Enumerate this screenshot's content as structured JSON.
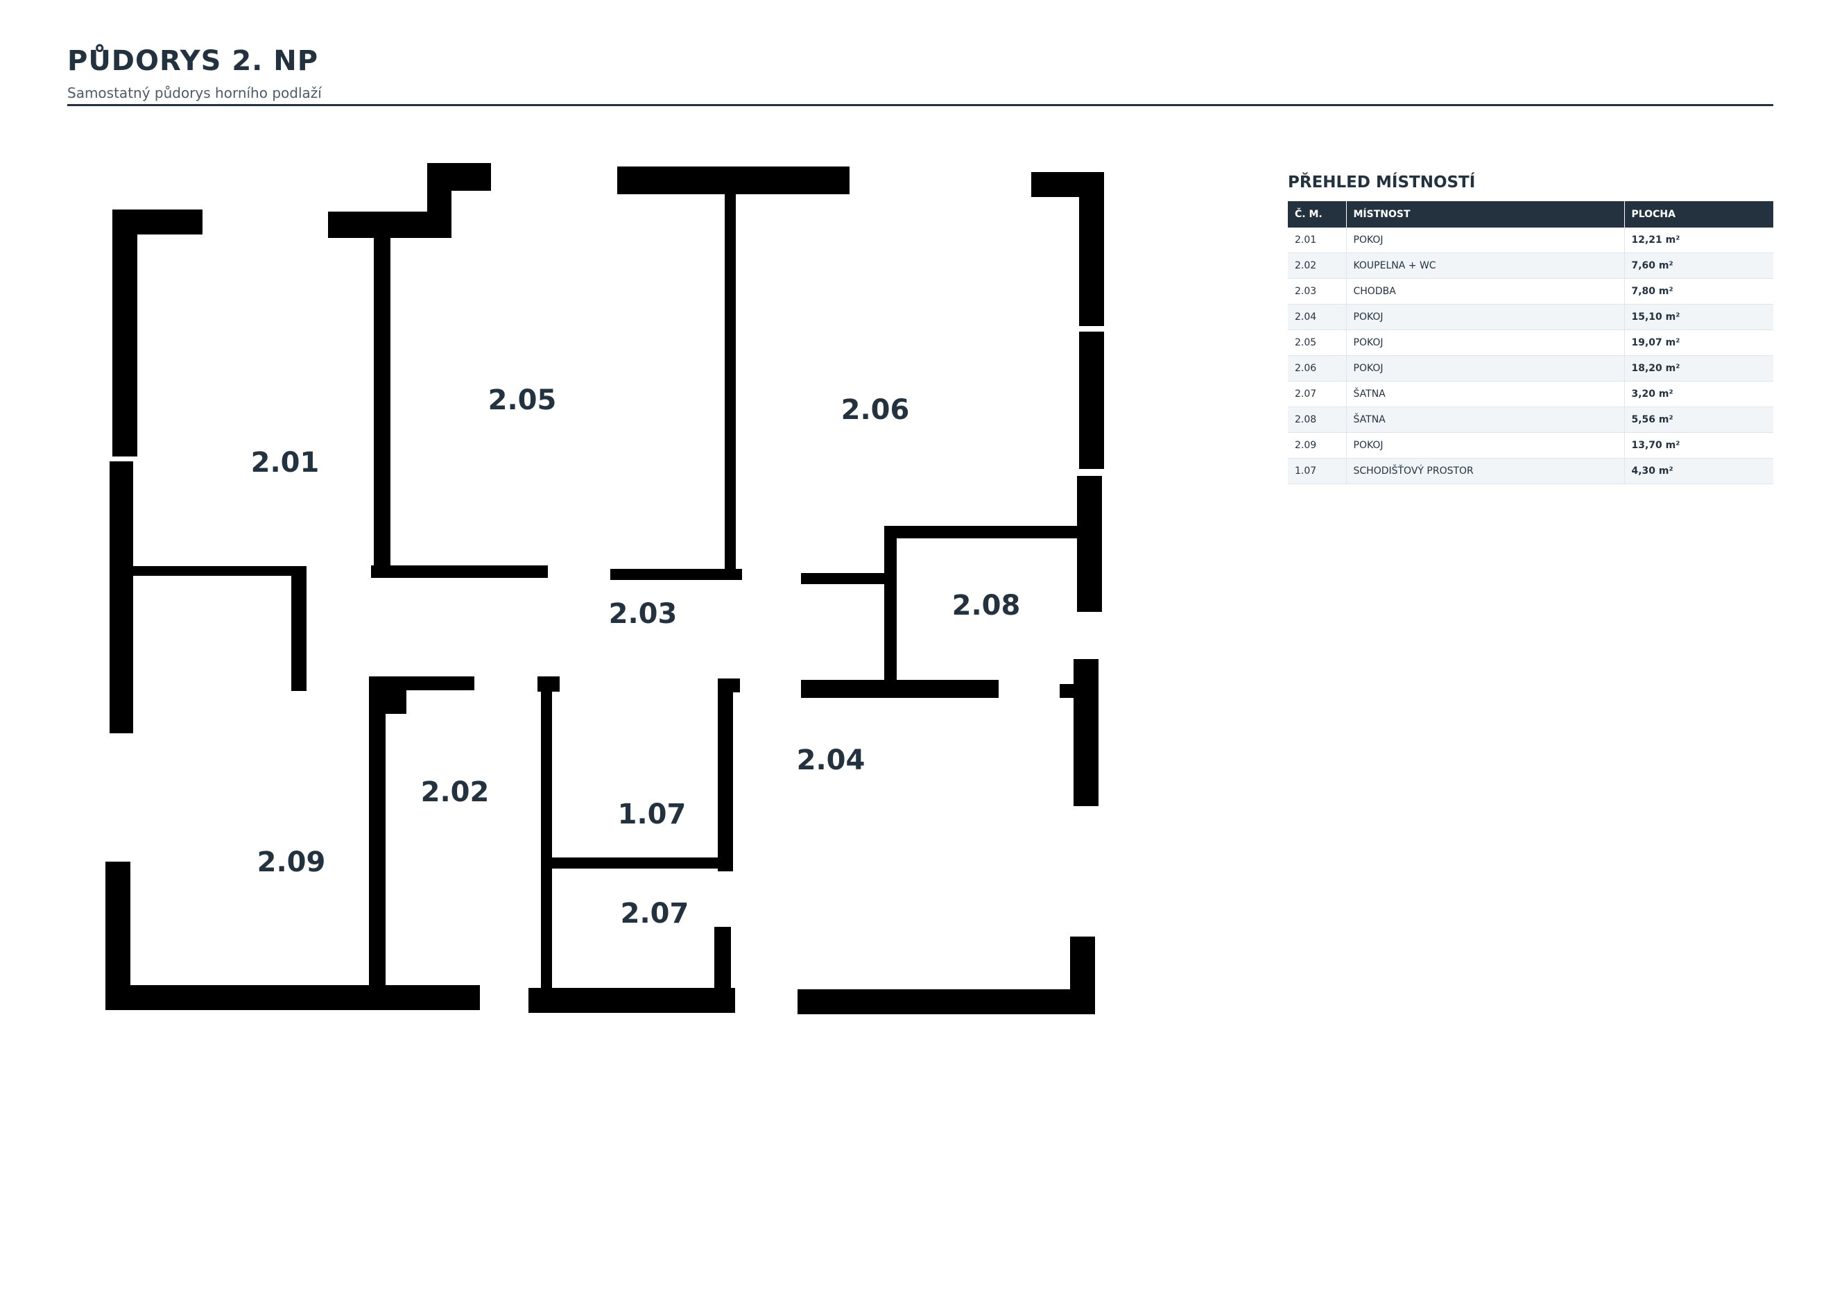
{
  "header": {
    "title": "PŮDORYS 2. NP",
    "subtitle": "Samostatný půdorys horního podlaží"
  },
  "plan": {
    "rooms": [
      "2.01",
      "2.05",
      "2.06",
      "2.03",
      "2.08",
      "2.02",
      "1.07",
      "2.04",
      "2.09",
      "2.07"
    ]
  },
  "table": {
    "title": "PŘEHLED MÍSTNOSTÍ",
    "headers": [
      "Č. M.",
      "MÍSTNOST",
      "PLOCHA"
    ],
    "rows": [
      [
        "2.01",
        "POKOJ",
        "12,21 m²"
      ],
      [
        "2.02",
        "KOUPELNA + WC",
        "7,60 m²"
      ],
      [
        "2.03",
        "CHODBA",
        "7,80 m²"
      ],
      [
        "2.04",
        "POKOJ",
        "15,10 m²"
      ],
      [
        "2.05",
        "POKOJ",
        "19,07 m²"
      ],
      [
        "2.06",
        "POKOJ",
        "18,20 m²"
      ],
      [
        "2.07",
        "ŠATNA",
        "3,20 m²"
      ],
      [
        "2.08",
        "ŠATNA",
        "5,56 m²"
      ],
      [
        "2.09",
        "POKOJ",
        "13,70 m²"
      ],
      [
        "1.07",
        "SCHODIŠŤOVÝ PROSTOR",
        "4,30 m²"
      ]
    ]
  }
}
